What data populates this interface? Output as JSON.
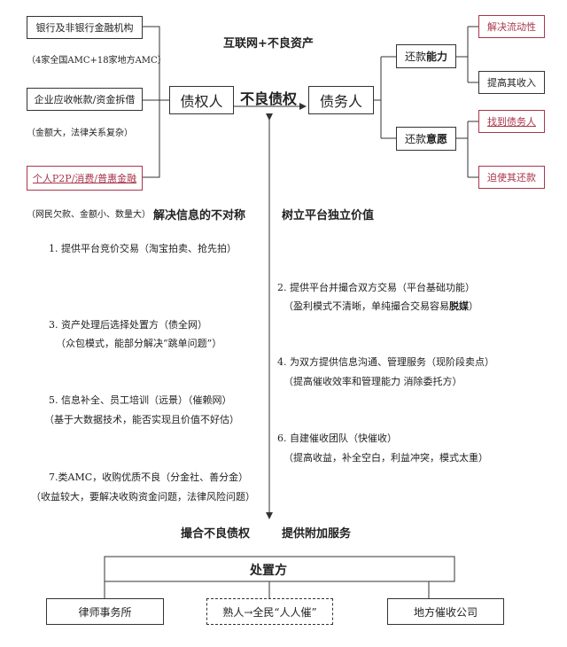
{
  "header": {
    "title": "互联网+不良资产"
  },
  "creditor_side": {
    "sources": [
      {
        "label": "银行及非银行金融机构",
        "note": "（4家全国AMC+18家地方AMC）"
      },
      {
        "label": "企业应收帐款/资金拆借",
        "note": "（金额大，法律关系复杂）"
      },
      {
        "label": "个人P2P/消费/普惠金融",
        "note": "（网民欠款、金额小、数量大）"
      }
    ],
    "creditor_label": "债权人",
    "debt_label": "不良债权",
    "debtor_label": "债务人"
  },
  "debtor_side": {
    "ability": {
      "prefix": "还款",
      "strong": "能力",
      "items": [
        "解决流动性",
        "提高其收入"
      ]
    },
    "willingness": {
      "prefix": "还款",
      "strong": "意愿",
      "items": [
        "找到债务人",
        "迫使其还款"
      ]
    }
  },
  "left_column": {
    "heading": "解决信息的不对称",
    "items": [
      {
        "text": "1.  提供平台竞价交易（淘宝拍卖、抢先拍）",
        "note": ""
      },
      {
        "text": "3.   资产处理后选择处置方（债全网）",
        "note": "（众包模式，能部分解决“跳单问题”）"
      },
      {
        "text": "5.  信息补全、员工培训（远景）（催赖网）",
        "note": "（基于大数据技术，能否实现且价值不好估）"
      },
      {
        "text": "7.类AMC，收购优质不良（分金社、善分金）",
        "note": "（收益较大，要解决收购资金问题，法律风险问题）"
      }
    ]
  },
  "right_column": {
    "heading": "树立平台独立价值",
    "items": [
      {
        "text": "2.   提供平台并撮合双方交易（平台基础功能）",
        "note": "（盈利模式不清晰，单纯撮合交易容易",
        "note_strong": "脱媒",
        "note_end": "）"
      },
      {
        "text": "4.  为双方提供信息沟通、管理服务（现阶段卖点）",
        "note": "（提高催收效率和管理能力  消除委托方）",
        "note_strong": "",
        "note_end": ""
      },
      {
        "text": "6.   自建催收团队（快催收）",
        "note": "（提高收益，补全空白，利益冲突，模式太重）",
        "note_strong": "",
        "note_end": ""
      }
    ]
  },
  "bottom": {
    "left_label": "撮合不良债权",
    "right_label": "提供附加服务",
    "disposer": "处置方",
    "options": [
      "律师事务所",
      "熟人→全民“人人催”",
      "地方催收公司"
    ]
  }
}
